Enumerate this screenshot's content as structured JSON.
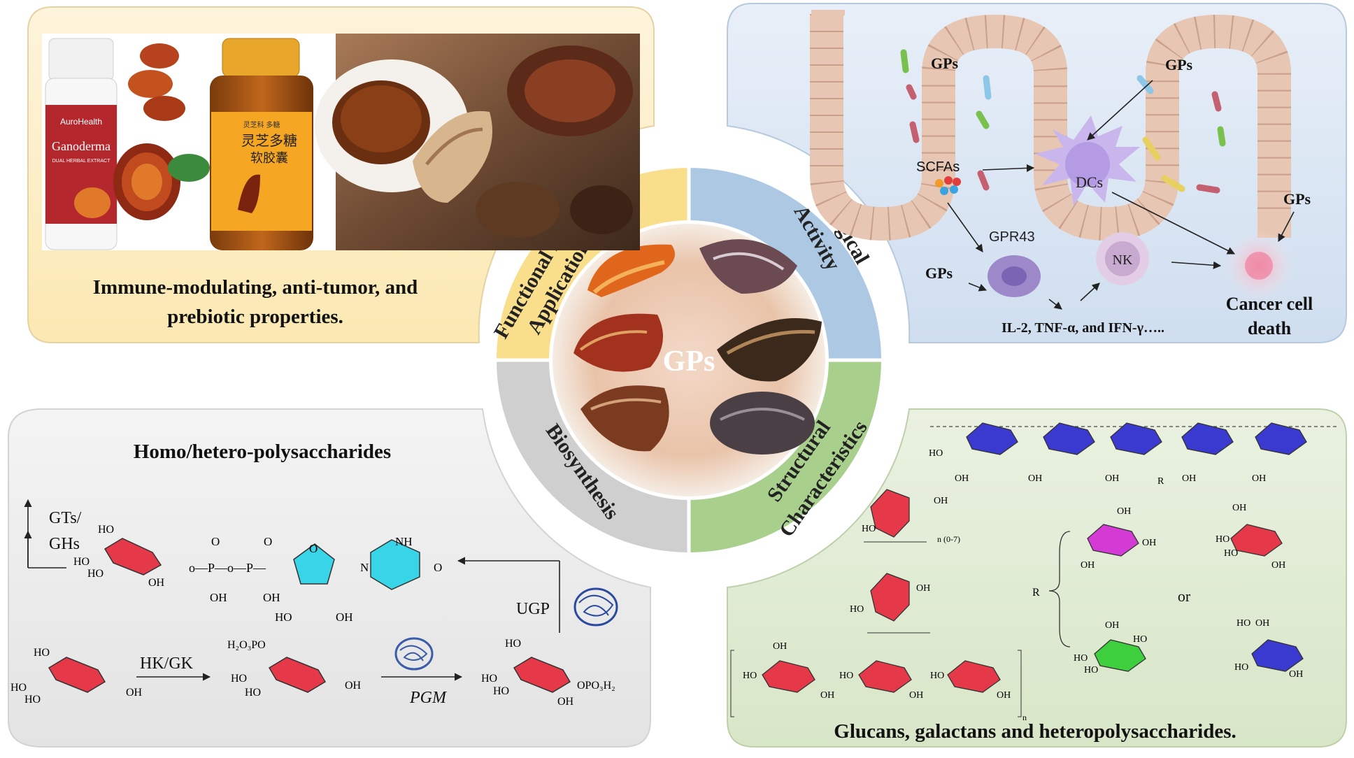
{
  "center": {
    "label": "GPs"
  },
  "arc_labels": {
    "functional_food_line1": "Functional Food",
    "functional_food_line2": "Applications",
    "biological_line1": "Biological",
    "biological_line2": "Activity",
    "biosynthesis": "Biosynthesis",
    "structural_line1": "Structural",
    "structural_line2": "Characteristics"
  },
  "functional_food": {
    "caption_line1": "Immune-modulating, anti-tumor, and",
    "caption_line2": "prebiotic properties.",
    "bottle1_brand": "AuroHealth",
    "bottle1_product": "Ganoderma",
    "bottle1_sub": "DUAL HERBAL EXTRACT",
    "bottle2_label_line1": "灵芝多糖",
    "bottle2_label_line2": "软胶囊",
    "bottle2_top": "灵芝科 多糖"
  },
  "biological_activity": {
    "gps_label_1": "GPs",
    "gps_label_2": "GPs",
    "gps_label_3": "GPs",
    "gps_label_4": "GPs",
    "scfas": "SCFAs",
    "dcs": "DCs",
    "gpr43": "GPR43",
    "nk": "NK",
    "cytokines": "IL-2, TNF-α, and IFN-γ…..",
    "cancer_line1": "Cancer cell",
    "cancer_line2": "death"
  },
  "biosynthesis": {
    "title": "Homo/hetero-polysaccharides",
    "gts": "GTs/",
    "ghs": "GHs",
    "ugp": "UGP",
    "hk_gk": "HK/GK",
    "pgm": "PGM",
    "nh": "NH",
    "o_ring": "O",
    "n_ring": "N",
    "o_keto": "O",
    "oh_p1": "OH",
    "oh_p2": "OH",
    "ho_sugar": "HO",
    "oh_sugar": "OH",
    "h2o3po": "H₂O₃PO",
    "opo3h2": "OPO₃H₂"
  },
  "structural": {
    "caption": "Glucans, galactans and heteropolysaccharides.",
    "r": "R",
    "or": "or",
    "n_range": "n (0-7)",
    "n": "n",
    "oh": "OH",
    "ho": "HO"
  },
  "colors": {
    "yellow_bg": "#fdf0cc",
    "blue_bg": "#dce7f4",
    "gray_bg": "#efefef",
    "green_bg": "#e2ecd6",
    "arc_yellow": "#f9de8b",
    "arc_blue": "#adc8e3",
    "arc_gray": "#cfcfcf",
    "arc_green": "#a9cf8d",
    "sugar_red": "#e5394a",
    "sugar_blue": "#3a3ad0",
    "sugar_green": "#3ecf3e",
    "sugar_magenta": "#d43bd4",
    "ring_cyan": "#38d4e8"
  }
}
